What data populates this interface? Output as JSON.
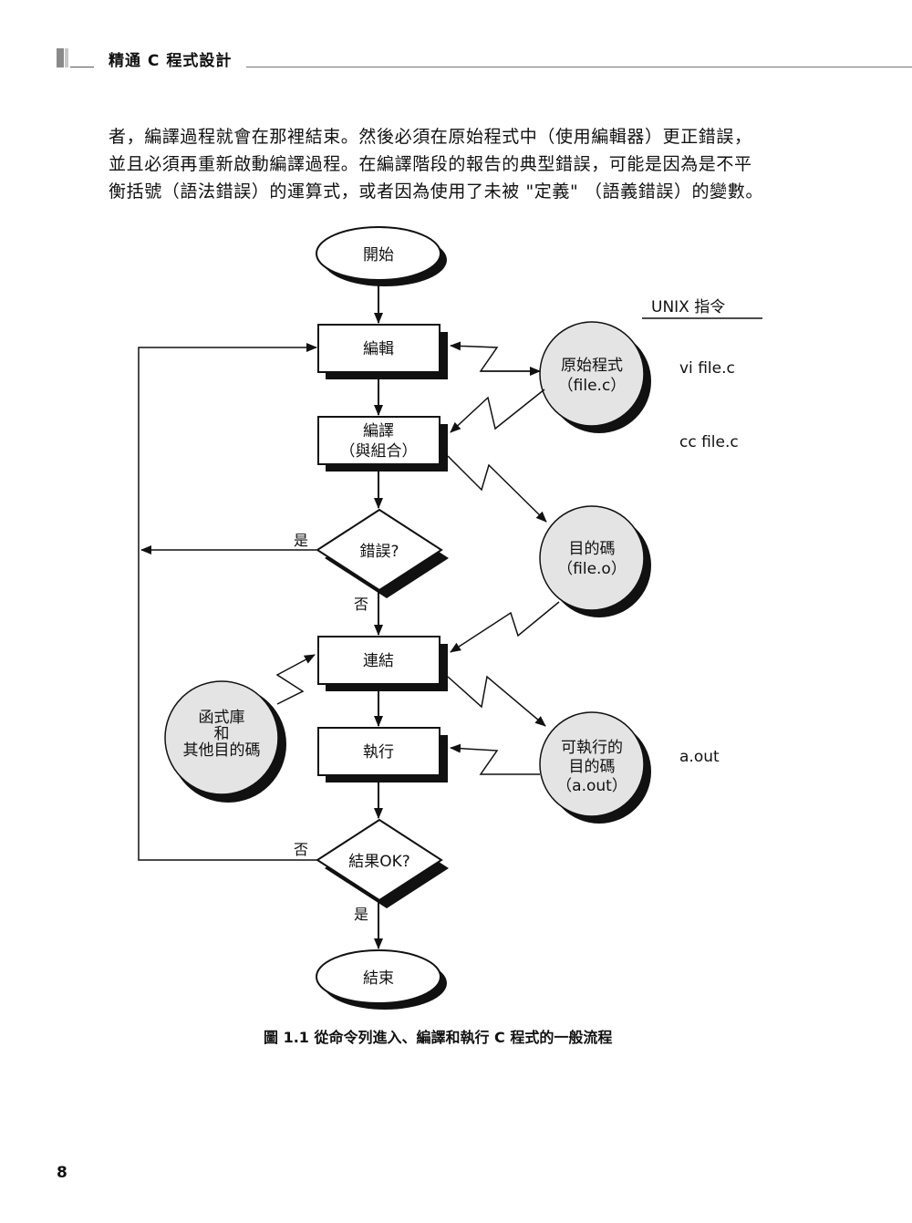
{
  "header": {
    "title": "精通 C 程式設計"
  },
  "body_paragraph": [
    "者，編譯過程就會在那裡結束。然後必須在原始程式中（使用編輯器）更正錯誤，",
    "並且必須再重新啟動編譯過程。在編譯階段的報告的典型錯誤，可能是因為是不平",
    "衡括號（語法錯誤）的運算式，或者因為使用了未被 \"定義\" （語義錯誤）的變數。"
  ],
  "flowchart": {
    "start": "開始",
    "end": "結束",
    "edit": "編輯",
    "compile_line1": "編譯",
    "compile_line2": "（與組合）",
    "error_decision": "錯誤?",
    "error_yes": "是",
    "error_no": "否",
    "link": "連結",
    "execute": "執行",
    "result_decision": "結果OK?",
    "result_no": "否",
    "result_yes": "是",
    "source_line1": "原始程式",
    "source_line2": "（file.c）",
    "object_line1": "目的碼",
    "object_line2": "（file.o）",
    "library_line1": "函式庫",
    "library_line2": "和",
    "library_line3": "其他目的碼",
    "executable_line1": "可執行的",
    "executable_line2": "目的碼",
    "executable_line3": "（a.out）",
    "unix_header": "UNIX 指令",
    "cmd_edit": "vi file.c",
    "cmd_compile": "cc file.c",
    "cmd_exec": "a.out",
    "colors": {
      "circle_fill": "#e4e4e4",
      "shadow": "#111111",
      "stroke": "#111111"
    }
  },
  "caption": "圖 1.1  從命令列進入、編譯和執行 C 程式的一般流程",
  "page_number": "8"
}
